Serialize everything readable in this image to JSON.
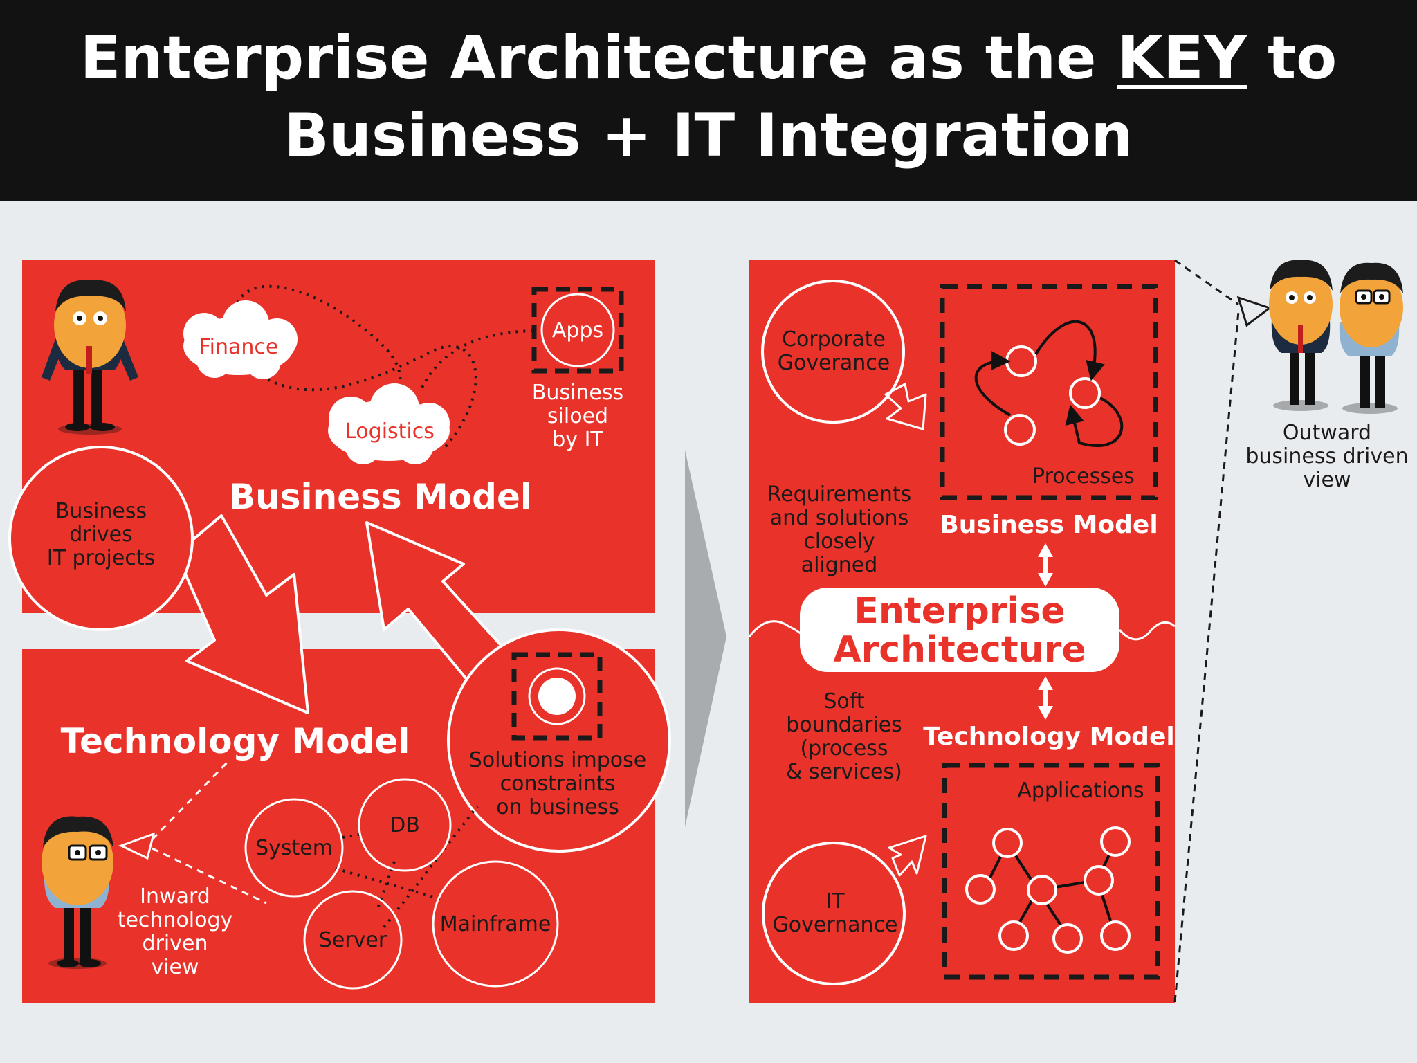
{
  "title": {
    "line1_pre": "Enterprise Architecture as the ",
    "line1_key": "KEY",
    "line1_post": " to",
    "line2": "Business + IT Integration"
  },
  "colors": {
    "panel_red": "#e8322a",
    "title_bar": "#121212",
    "background": "#e9ecef",
    "chevron": "#a9acaf"
  },
  "left": {
    "business_model": "Business Model",
    "technology_model": "Technology Model",
    "finance": "Finance",
    "logistics": "Logistics",
    "apps": "Apps",
    "business_siloed": [
      "Business",
      "siloed",
      "by IT"
    ],
    "business_drives": [
      "Business",
      "drives",
      "IT projects"
    ],
    "solutions_impose": [
      "Solutions impose",
      "constraints",
      "on business"
    ],
    "system": "System",
    "db": "DB",
    "server": "Server",
    "mainframe": "Mainframe",
    "inward_view": [
      "Inward",
      "technology",
      "driven",
      "view"
    ]
  },
  "right": {
    "corporate_governance": [
      "Corporate",
      "Goverance"
    ],
    "processes": "Processes",
    "requirements": [
      "Requirements",
      "and solutions",
      "closely",
      "aligned"
    ],
    "business_model": "Business Model",
    "enterprise_architecture": [
      "Enterprise",
      "Architecture"
    ],
    "soft_boundaries": [
      "Soft",
      "boundaries",
      "(process",
      "& services)"
    ],
    "technology_model": "Technology Model",
    "applications": "Applications",
    "it_governance": [
      "IT",
      "Governance"
    ],
    "outward_view": [
      "Outward",
      "business driven",
      "view"
    ]
  }
}
